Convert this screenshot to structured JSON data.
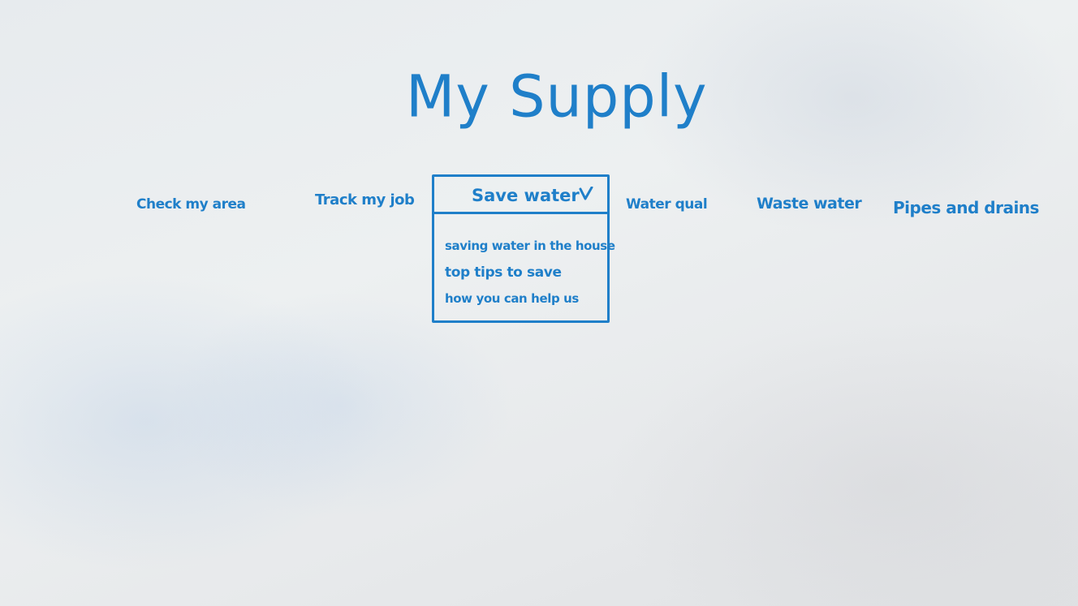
{
  "header": {
    "title": "My Supply"
  },
  "nav": {
    "items": [
      {
        "label": "Check my area"
      },
      {
        "label": "Track my job"
      },
      {
        "label": "Save water"
      },
      {
        "label": "Water qual"
      },
      {
        "label": "Waste water"
      },
      {
        "label": "Pipes and drains"
      }
    ]
  },
  "dropdown": {
    "label": "Save water",
    "icon": "chevron-down-icon",
    "options": [
      {
        "label": "saving water in the house"
      },
      {
        "label": "top tips to save"
      },
      {
        "label": "how you can help us"
      }
    ]
  },
  "colors": {
    "ink": "#1f7fc9",
    "board": "#eceff1"
  }
}
